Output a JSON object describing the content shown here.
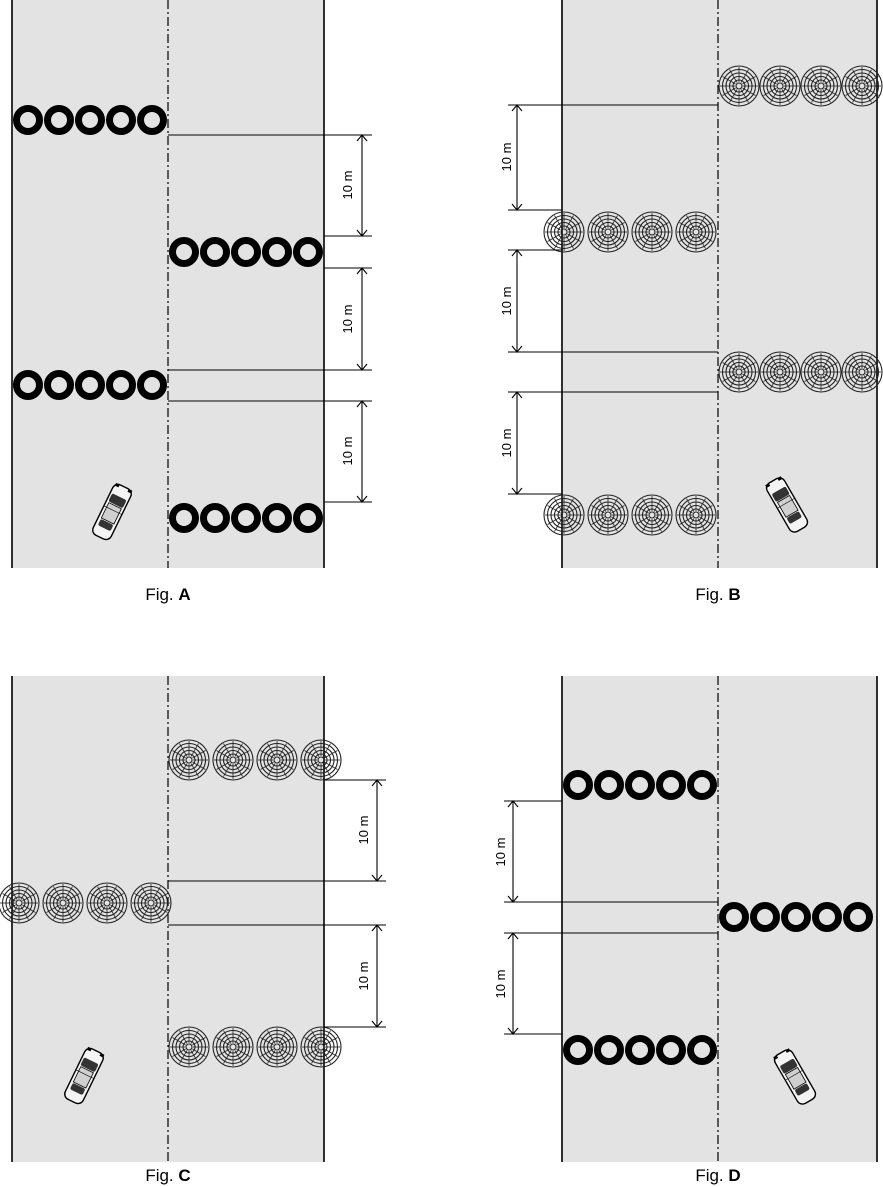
{
  "figures": [
    {
      "id": "A",
      "caption_prefix": "Fig.",
      "caption_letter": "A",
      "dimension_labels": [
        "10 m",
        "10 m",
        "10 m"
      ]
    },
    {
      "id": "B",
      "caption_prefix": "Fig.",
      "caption_letter": "B",
      "dimension_labels": [
        "10 m",
        "10 m",
        "10 m"
      ]
    },
    {
      "id": "C",
      "caption_prefix": "Fig.",
      "caption_letter": "C",
      "dimension_labels": [
        "10 m",
        "10 m"
      ]
    },
    {
      "id": "D",
      "caption_prefix": "Fig.",
      "caption_letter": "D",
      "dimension_labels": [
        "10 m",
        "10 m"
      ]
    }
  ],
  "colors": {
    "road": "#e3e3e3",
    "line": "#000000",
    "car_body": "#f4f4f4"
  },
  "icons": {
    "car": "car-icon",
    "tire_ring": "tire-row-icon",
    "tire_textured": "textured-tire-row-icon"
  }
}
